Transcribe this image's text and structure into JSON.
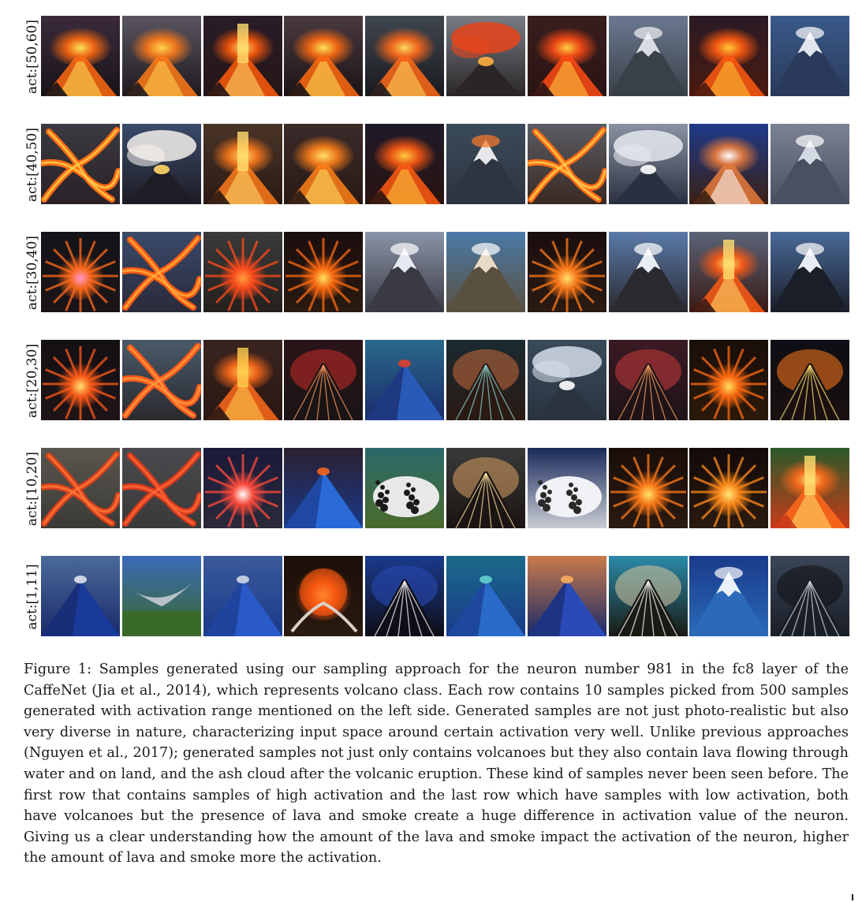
{
  "figure": {
    "rows": [
      {
        "label": "act:[50,60]",
        "tiles": [
          {
            "sky": "#3a2a3a",
            "ground": "#1a1418",
            "accent": "#ff6a10",
            "glow": "#ffe45a",
            "motif": "volcano-eruption"
          },
          {
            "sky": "#5a5560",
            "ground": "#1e1a1e",
            "accent": "#ff7a18",
            "glow": "#ffd550",
            "motif": "volcano-eruption"
          },
          {
            "sky": "#2a1c28",
            "ground": "#241616",
            "accent": "#ff5a0a",
            "glow": "#ffe070",
            "motif": "lava-column"
          },
          {
            "sky": "#4a3a40",
            "ground": "#1c1416",
            "accent": "#ff6a10",
            "glow": "#ffe45a",
            "motif": "volcano-eruption"
          },
          {
            "sky": "#40464e",
            "ground": "#1a1a20",
            "accent": "#ff6818",
            "glow": "#ffd860",
            "motif": "volcano-eruption"
          },
          {
            "sky": "#7a7c84",
            "ground": "#2a2628",
            "accent": "#e8441a",
            "glow": "#ffb040",
            "motif": "ash-cloud"
          },
          {
            "sky": "#3a1e1e",
            "ground": "#2a1414",
            "accent": "#ff4a14",
            "glow": "#ffd040",
            "motif": "volcano-eruption"
          },
          {
            "sky": "#6a7890",
            "ground": "#3a4048",
            "accent": "#d8dce4",
            "glow": "#f2f4f8",
            "motif": "snow-peak"
          },
          {
            "sky": "#2a1a24",
            "ground": "#4a1a10",
            "accent": "#ff5a10",
            "glow": "#ffc838",
            "motif": "volcano-eruption"
          },
          {
            "sky": "#3a5a8a",
            "ground": "#2a3a5a",
            "accent": "#e0e4ec",
            "glow": "#ffffff",
            "motif": "snow-peak"
          }
        ]
      },
      {
        "label": "act:[40,50]",
        "tiles": [
          {
            "sky": "#3a3a40",
            "ground": "#2a2228",
            "accent": "#ff6a14",
            "glow": "#ffd048",
            "motif": "lava-branches"
          },
          {
            "sky": "#3a4a6a",
            "ground": "#1e1c24",
            "accent": "#f4f0ec",
            "glow": "#ffd868",
            "motif": "ash-cloud"
          },
          {
            "sky": "#4a3428",
            "ground": "#2a1a14",
            "accent": "#ff7a1a",
            "glow": "#ffe070",
            "motif": "lava-column"
          },
          {
            "sky": "#3a2a2a",
            "ground": "#2a1a16",
            "accent": "#ff8018",
            "glow": "#ffe26a",
            "motif": "volcano-eruption"
          },
          {
            "sky": "#1e1a2a",
            "ground": "#2a1410",
            "accent": "#ff5a12",
            "glow": "#ffcc40",
            "motif": "volcano-eruption"
          },
          {
            "sky": "#3a4a5a",
            "ground": "#2e3440",
            "accent": "#e8e8ec",
            "glow": "#ff7a2a",
            "motif": "snow-peak"
          },
          {
            "sky": "#5a5c64",
            "ground": "#3a2a22",
            "accent": "#ff6a14",
            "glow": "#ffd050",
            "motif": "lava-branches"
          },
          {
            "sky": "#8a92a2",
            "ground": "#2a3040",
            "accent": "#e4e8f0",
            "glow": "#ffffff",
            "motif": "ash-cloud"
          },
          {
            "sky": "#1e3a8a",
            "ground": "#3a2014",
            "accent": "#e87a3a",
            "glow": "#ffffff",
            "motif": "volcano-eruption"
          },
          {
            "sky": "#7a8294",
            "ground": "#4a5060",
            "accent": "#d4dae4",
            "glow": "#ffffff",
            "motif": "snow-peak"
          }
        ]
      },
      {
        "label": "act:[30,40]",
        "tiles": [
          {
            "sky": "#141418",
            "ground": "#1a1418",
            "accent": "#ff6a1a",
            "glow": "#ff9ad0",
            "motif": "burst"
          },
          {
            "sky": "#3a4a6a",
            "ground": "#2a2a3a",
            "accent": "#ff5a12",
            "glow": "#ffb040",
            "motif": "lava-branches"
          },
          {
            "sky": "#3a3a3a",
            "ground": "#24201e",
            "accent": "#ff4a1a",
            "glow": "#ffa040",
            "motif": "burst"
          },
          {
            "sky": "#1a0e0e",
            "ground": "#2a1a10",
            "accent": "#ff6a10",
            "glow": "#ffe060",
            "motif": "burst"
          },
          {
            "sky": "#8a94a8",
            "ground": "#3a3a44",
            "accent": "#e4e8f0",
            "glow": "#ffffff",
            "motif": "snow-peak"
          },
          {
            "sky": "#4a7aa8",
            "ground": "#5a5040",
            "accent": "#e8dcc8",
            "glow": "#ffffff",
            "motif": "snow-peak"
          },
          {
            "sky": "#1a0e0e",
            "ground": "#2a1a12",
            "accent": "#ff7a18",
            "glow": "#ffe070",
            "motif": "burst"
          },
          {
            "sky": "#5a7aa8",
            "ground": "#2a2a30",
            "accent": "#e8ecf4",
            "glow": "#ffffff",
            "motif": "snow-peak"
          },
          {
            "sky": "#5a6478",
            "ground": "#3a1a14",
            "accent": "#ff5a14",
            "glow": "#ffe070",
            "motif": "lava-column"
          },
          {
            "sky": "#4a6a9a",
            "ground": "#1a1e28",
            "accent": "#e8ecf4",
            "glow": "#ffffff",
            "motif": "snow-peak"
          }
        ]
      },
      {
        "label": "act:[20,30]",
        "tiles": [
          {
            "sky": "#141014",
            "ground": "#1e1418",
            "accent": "#ff5a18",
            "glow": "#ffe070",
            "motif": "burst"
          },
          {
            "sky": "#4a5a6a",
            "ground": "#2a2a2e",
            "accent": "#ff5a1a",
            "glow": "#ff9a40",
            "motif": "lava-branches"
          },
          {
            "sky": "#3a2420",
            "ground": "#2a1812",
            "accent": "#ff6a1a",
            "glow": "#ffd050",
            "motif": "lava-column"
          },
          {
            "sky": "#2a1418",
            "ground": "#1a1414",
            "accent": "#c82a2a",
            "glow": "#ff9a60",
            "motif": "volcano-dark"
          },
          {
            "sky": "#2a6a8a",
            "ground": "#1a2a6a",
            "accent": "#2a5ab8",
            "glow": "#e8402a",
            "motif": "blue-mountain"
          },
          {
            "sky": "#1a2a30",
            "ground": "#2a1a14",
            "accent": "#c86a3a",
            "glow": "#8ad4d0",
            "motif": "volcano-dark"
          },
          {
            "sky": "#3a4a5a",
            "ground": "#2a3440",
            "accent": "#d4dce8",
            "glow": "#ffffff",
            "motif": "ash-cloud"
          },
          {
            "sky": "#3a1a22",
            "ground": "#1e1418",
            "accent": "#c83a3a",
            "glow": "#ffa060",
            "motif": "volcano-dark"
          },
          {
            "sky": "#1a0e0a",
            "ground": "#2a1a0a",
            "accent": "#ff6a10",
            "glow": "#ffe060",
            "motif": "burst"
          },
          {
            "sky": "#0e0e14",
            "ground": "#1a1010",
            "accent": "#ff7a1a",
            "glow": "#ffe870",
            "motif": "volcano-dark"
          }
        ]
      },
      {
        "label": "act:[10,20]",
        "tiles": [
          {
            "sky": "#5a5650",
            "ground": "#3a3a34",
            "accent": "#d8401a",
            "glow": "#ff7a3a",
            "motif": "lava-branches"
          },
          {
            "sky": "#4a4a4e",
            "ground": "#3a3a3a",
            "accent": "#d83a1a",
            "glow": "#ff6a3a",
            "motif": "lava-branches"
          },
          {
            "sky": "#1a1a3a",
            "ground": "#2a2a3a",
            "accent": "#ff4a3a",
            "glow": "#ffffff",
            "motif": "burst"
          },
          {
            "sky": "#2a2030",
            "ground": "#1a3a8a",
            "accent": "#2a6ad8",
            "glow": "#ff6a1a",
            "motif": "blue-mountain"
          },
          {
            "sky": "#2a6a6a",
            "ground": "#4a6a2a",
            "accent": "#e8e8e8",
            "glow": "#1a1a1a",
            "motif": "spotted"
          },
          {
            "sky": "#3a3a3a",
            "ground": "#1a1412",
            "accent": "#d8a060",
            "glow": "#ffe0a0",
            "motif": "volcano-dark"
          },
          {
            "sky": "#1a2a5a",
            "ground": "#c8ccd4",
            "accent": "#f0f2f6",
            "glow": "#2a2a2a",
            "motif": "spotted"
          },
          {
            "sky": "#1a0e0a",
            "ground": "#2a1a10",
            "accent": "#ff7a18",
            "glow": "#ffe468",
            "motif": "burst"
          },
          {
            "sky": "#140a08",
            "ground": "#2a1a10",
            "accent": "#ff8a1a",
            "glow": "#ffe878",
            "motif": "burst"
          },
          {
            "sky": "#2a5a2a",
            "ground": "#c83a1a",
            "accent": "#ff6a1a",
            "glow": "#ffe070",
            "motif": "lava-column"
          }
        ]
      },
      {
        "label": "act:[1,11]",
        "tiles": [
          {
            "sky": "#4a6a9a",
            "ground": "#1a2a6a",
            "accent": "#1a3a9a",
            "glow": "#e8ecf4",
            "motif": "blue-mountain"
          },
          {
            "sky": "#3a6ab8",
            "ground": "#3a6a2a",
            "accent": "#b8c0c8",
            "glow": "#ffffff",
            "motif": "bird"
          },
          {
            "sky": "#3a5a9a",
            "ground": "#1a3a8a",
            "accent": "#2a5ac8",
            "glow": "#d8e0f0",
            "motif": "blue-mountain"
          },
          {
            "sky": "#1a0e08",
            "ground": "#2a1a10",
            "accent": "#ff5a10",
            "glow": "#ffd060",
            "motif": "lava-sphere"
          },
          {
            "sky": "#1a3a8a",
            "ground": "#0e0e18",
            "accent": "#2a4ab8",
            "glow": "#ffffff",
            "motif": "volcano-dark"
          },
          {
            "sky": "#1a6a8a",
            "ground": "#1a3a8a",
            "accent": "#2a6ac8",
            "glow": "#6ad8d0",
            "motif": "blue-mountain"
          },
          {
            "sky": "#c87a4a",
            "ground": "#1a2a6a",
            "accent": "#2a4ab8",
            "glow": "#ffb060",
            "motif": "blue-mountain"
          },
          {
            "sky": "#2a8aa8",
            "ground": "#1a1a14",
            "accent": "#d8c8a0",
            "glow": "#ffffff",
            "motif": "volcano-dark"
          },
          {
            "sky": "#1a3a8a",
            "ground": "#2a6ab8",
            "accent": "#e8f0f8",
            "glow": "#ffffff",
            "motif": "snow-peak"
          },
          {
            "sky": "#3a4658",
            "ground": "#1a1e26",
            "accent": "#0e0e12",
            "glow": "#d4dae4",
            "motif": "volcano-dark"
          }
        ]
      }
    ]
  },
  "caption": {
    "text": "Figure 1: Samples generated using our sampling approach for the neuron number 981 in the fc8 layer of the CaffeNet (Jia et al., 2014), which represents volcano class. Each row contains 10 samples picked from 500 samples generated with activation range mentioned on the left side. Generated samples are not just photo-realistic but also very diverse in nature, characterizing input space around certain activation very well. Unlike previous approaches (Nguyen et al., 2017); generated samples not just only contains volcanoes but they also contain lava flowing through water and on land, and the ash cloud after the volcanic eruption. These kind of samples never been seen before. The first row that contains samples of high activation and the last row which have samples with low activation, both have volcanoes but the presence of lava and smoke create a huge difference in activation value of the neuron. Giving us a clear understanding how the amount of the lava and smoke impact the activation of the neuron, higher the amount of lava and smoke more the activation."
  }
}
